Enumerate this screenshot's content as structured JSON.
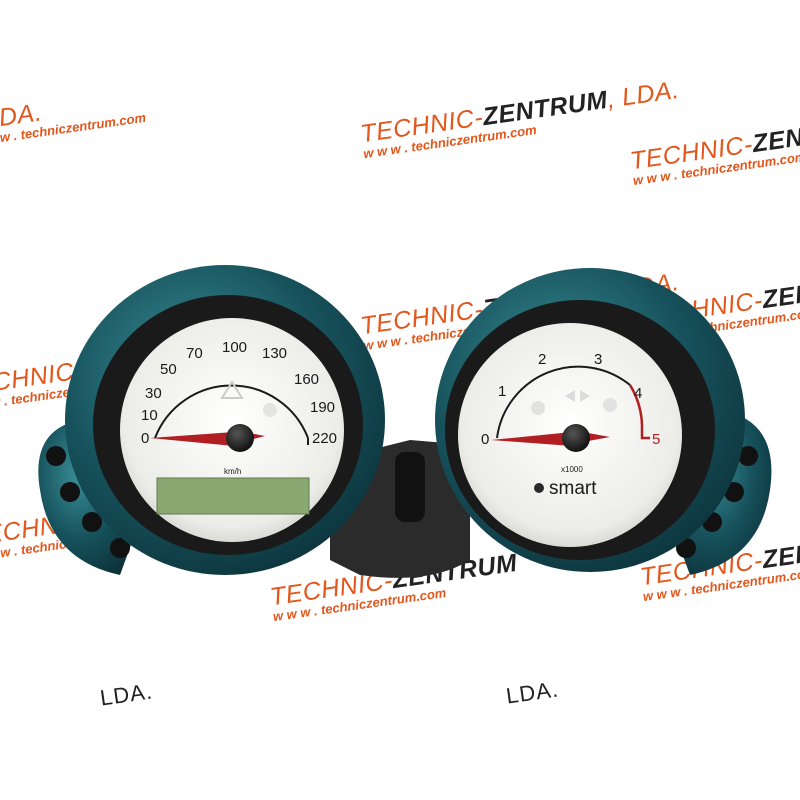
{
  "watermark": {
    "brand_prefix": "TECHNIC-",
    "brand_bold": "ZENTRUM",
    "company_suffix": ", LDA.",
    "company_fragment": "LDA.",
    "url": "w w w . techniczentrum.com"
  },
  "speedometer": {
    "unit": "km/h",
    "ticks": [
      "0",
      "10",
      "30",
      "50",
      "70",
      "100",
      "130",
      "160",
      "190",
      "220"
    ],
    "needle_value": 0
  },
  "tachometer": {
    "unit": "x1000",
    "ticks": [
      "0",
      "1",
      "2",
      "3",
      "4",
      "5"
    ],
    "redline_label": "5",
    "needle_value": 0,
    "brand_logo_text": "smart"
  },
  "colors": {
    "bezel": "#17525c",
    "bezel_highlight": "#2d7f88",
    "dial_face": "#f5f5f2",
    "needle": "#b21f22",
    "redline": "#b21f22",
    "lcd": "#8aa972",
    "watermark_orange": "#e3571c",
    "housing": "#2b2b2b"
  }
}
